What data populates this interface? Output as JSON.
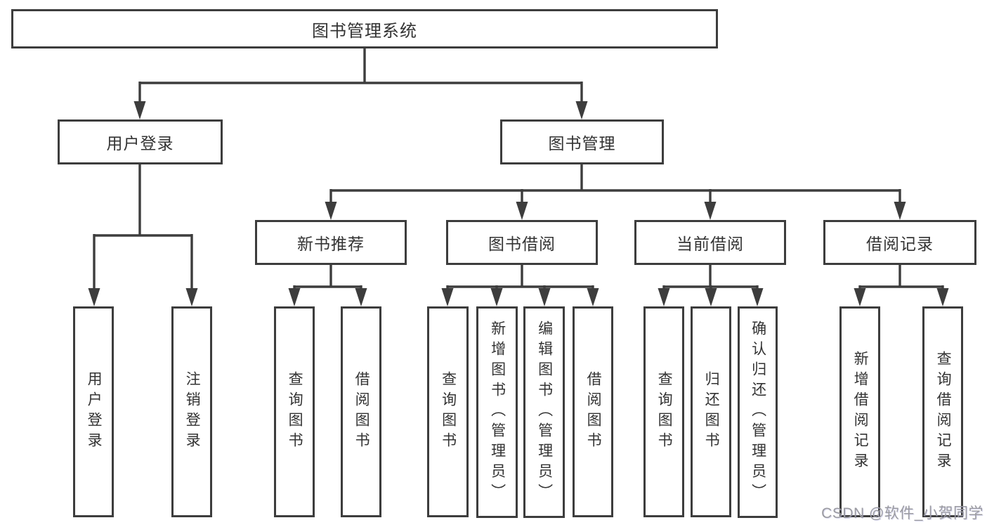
{
  "diagram": {
    "root": {
      "label": "图书管理系统"
    },
    "branches": [
      {
        "label": "用户登录",
        "children": [
          {
            "label": "用户登录"
          },
          {
            "label": "注销登录"
          }
        ]
      },
      {
        "label": "图书管理",
        "children": [
          {
            "label": "新书推荐",
            "children": [
              {
                "label": "查询图书"
              },
              {
                "label": "借阅图书"
              }
            ]
          },
          {
            "label": "图书借阅",
            "children": [
              {
                "label": "查询图书"
              },
              {
                "label": "新增图书（管理员）"
              },
              {
                "label": "编辑图书（管理员）"
              },
              {
                "label": "借阅图书"
              }
            ]
          },
          {
            "label": "当前借阅",
            "children": [
              {
                "label": "查询图书"
              },
              {
                "label": "归还图书"
              },
              {
                "label": "确认归还（管理员）"
              }
            ]
          },
          {
            "label": "借阅记录",
            "children": [
              {
                "label": "新增借阅记录"
              },
              {
                "label": "查询借阅记录"
              }
            ]
          }
        ]
      }
    ],
    "watermark": "CSDN @软件_小贺同学",
    "colors": {
      "line": "#3d3d3d",
      "box_border": "#3d3d3d",
      "text": "#333333",
      "watermark": "#9b9ba1",
      "background": "#ffffff"
    }
  }
}
